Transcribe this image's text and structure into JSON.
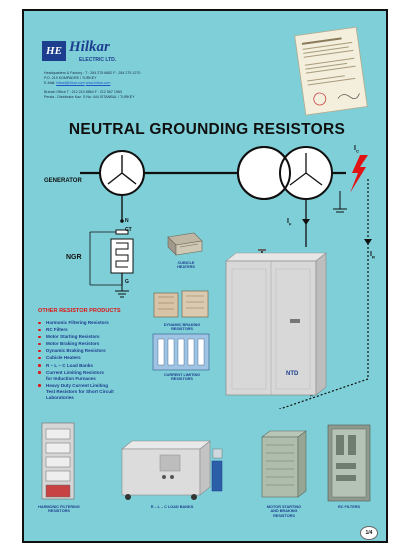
{
  "company": {
    "logo_mark": "HE",
    "name": "Hilkar",
    "sub": "ELECTRIC LTD.",
    "address_lines": [
      "Headquarters & Factory : T : 284 275 6662 F : 284 275 1270",
      "P.O. 219 KOMPADRE / TURKEY",
      "Branch Office T : 212 210 8864 F : 212 567 1983",
      "Persia - Distributor Kaz. S No: 444 ISTANBUL / TURKEY"
    ],
    "email_label": "E-Mail:",
    "email": "hilkar@hilkar.com",
    "website": "www.hilkar.com"
  },
  "title": "NEUTRAL GROUNDING RESISTORS",
  "diagram": {
    "generator": "GENERATOR",
    "ngr": "NGR",
    "n": "N",
    "ct": "CT",
    "g": "G",
    "if": "I",
    "if_sub": "F",
    "ir": "I",
    "ir_sub": "R",
    "ic": "I",
    "ic_sub": "C",
    "ntd": "NTD"
  },
  "products": {
    "title": "OTHER RESISTOR PRODUCTS",
    "items": [
      "Harmonic Filtering Resistors",
      "RC Filters",
      "Motor Starting Resistors",
      "Motor Braking Resistors",
      "Dynamic Braking Resistors",
      "Cubicle Heaters",
      "R – L – C Load Banks",
      "Current Limiting Resistors",
      "for Induction Furnaces",
      "Heavy Duty Current Limiting",
      "Test Resistors for Short Circuit",
      "Laboratories"
    ]
  },
  "captions": {
    "cubicle": "CUBICLE\nHEATERS",
    "dynamic": "DYNAMIC BRAKING\nRESISTORS",
    "current": "CURRENT LIMITING\nRESISTORS",
    "harmonic": "HARMONIC FILTERING\nRESISTORS",
    "rlc": "R – L – C LOAD BANKS",
    "motor": "MOTOR STARTING\nAND BRAKING\nRESISTORS",
    "rc": "RC FILTERS"
  },
  "page": "1/4",
  "colors": {
    "background": "#7ecfd7",
    "accent_red": "#e01414",
    "brand_blue": "#1d3d8f"
  }
}
